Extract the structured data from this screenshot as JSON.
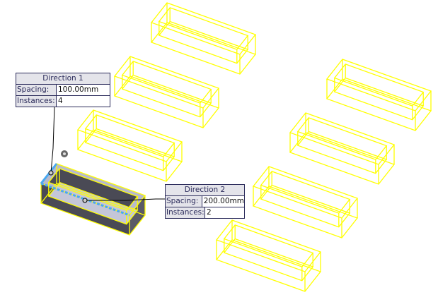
{
  "direction1": {
    "title": "Direction 1",
    "spacing_label": "Spacing:",
    "spacing_value": "100.00mm",
    "instances_label": "Instances:",
    "instances_value": "4"
  },
  "direction2": {
    "title": "Direction 2",
    "spacing_label": "Spacing:",
    "spacing_value": "200.00mm",
    "instances_label": "Instances:",
    "instances_value": "2"
  },
  "colors": {
    "preview": "#ffff00",
    "solid": "#4a4a55",
    "pocket": "#c4c6d8",
    "selected_edge": "#4aa8f0",
    "leader": "#000000"
  }
}
